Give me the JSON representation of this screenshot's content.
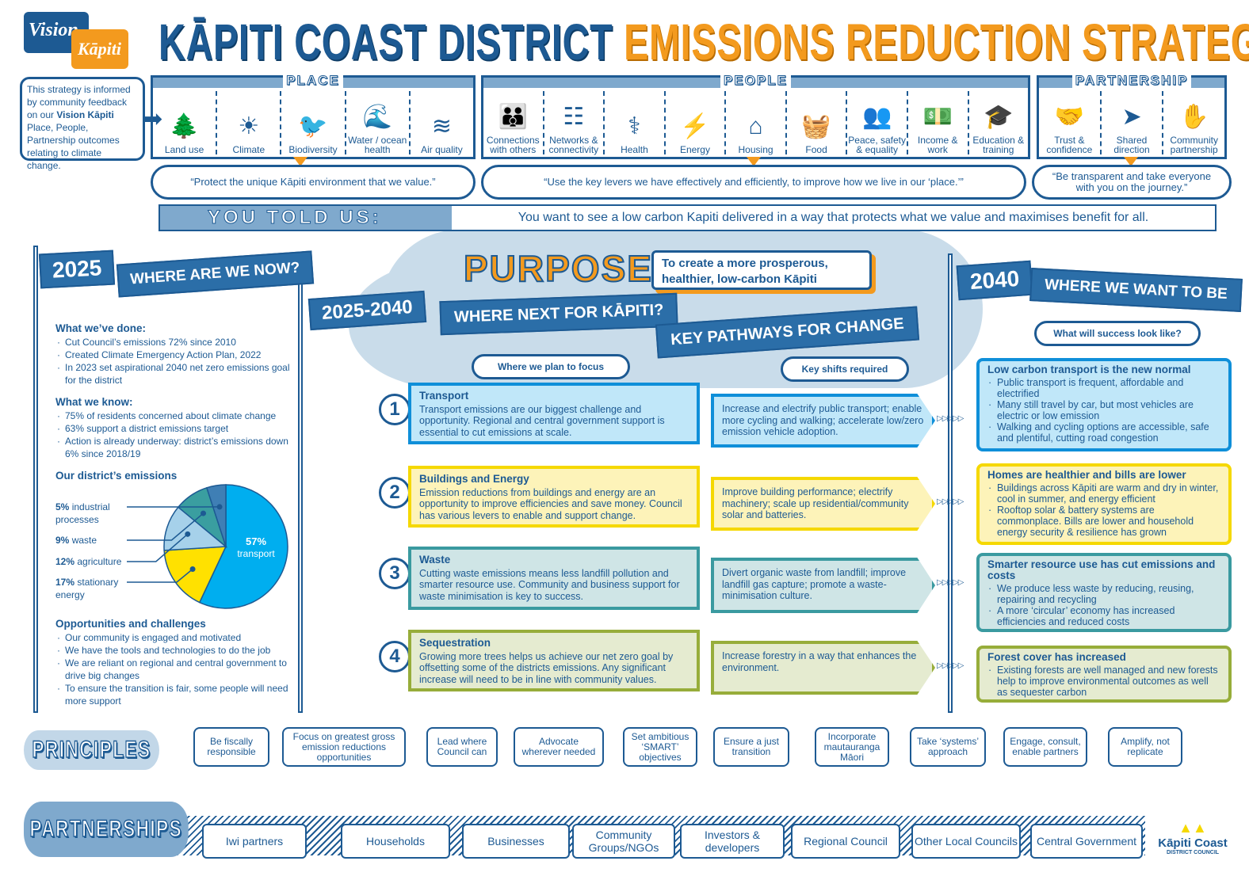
{
  "logo": {
    "line1": "Vision",
    "line2": "Kāpiti"
  },
  "title": {
    "part1": "KĀPITI COAST DISTRICT",
    "part2": "EMISSIONS REDUCTION STRATEGY"
  },
  "intro": {
    "before": "This strategy is informed by community feedback on our ",
    "bold": "Vision Kāpiti",
    "after": " Place, People, Partnership outcomes relating to climate change."
  },
  "place": {
    "heading": "PLACE",
    "items": [
      {
        "label": "Land use",
        "icon": "🌲"
      },
      {
        "label": "Climate",
        "icon": "☀"
      },
      {
        "label": "Biodiversity",
        "icon": "🐦"
      },
      {
        "label": "Water / ocean health",
        "icon": "🌊"
      },
      {
        "label": "Air quality",
        "icon": "≋"
      }
    ],
    "quote": "“Protect the unique Kāpiti environment that we value.”"
  },
  "people": {
    "heading": "PEOPLE",
    "items": [
      {
        "label": "Connections with others",
        "icon": "👪"
      },
      {
        "label": "Networks & connectivity",
        "icon": "☷"
      },
      {
        "label": "Health",
        "icon": "⚕"
      },
      {
        "label": "Energy",
        "icon": "⚡"
      },
      {
        "label": "Housing",
        "icon": "⌂"
      },
      {
        "label": "Food",
        "icon": "🧺"
      },
      {
        "label": "Peace, safety & equality",
        "icon": "👥"
      },
      {
        "label": "Income & work",
        "icon": "💵"
      },
      {
        "label": "Education & training",
        "icon": "🎓"
      }
    ],
    "quote": "“Use the key levers we have effectively and efficiently, to improve how we live in our ‘place.’”"
  },
  "partnership": {
    "heading": "PARTNERSHIP",
    "items": [
      {
        "label": "Trust & confidence",
        "icon": "🤝"
      },
      {
        "label": "Shared direction",
        "icon": "➤"
      },
      {
        "label": "Community partnership",
        "icon": "✋"
      }
    ],
    "quote": "“Be transparent and take everyone with you on the journey.”"
  },
  "told": {
    "label": "YOU TOLD US:",
    "text": "You want to see a low carbon Kapiti delivered in a way that protects what we value and maximises benefit for all."
  },
  "now": {
    "year": "2025",
    "banner": "WHERE ARE WE NOW?",
    "done": {
      "heading": "What we’ve done:",
      "items": [
        "Cut Council’s emissions 72% since 2010",
        "Created Climate Emergency Action Plan, 2022",
        "In 2023 set aspirational 2040 net zero emissions goal for the district"
      ]
    },
    "know": {
      "heading": "What we know:",
      "items": [
        "75% of residents concerned about climate change",
        "63% support a district emissions target",
        "Action is already underway: district’s emissions down 6% since 2018/19"
      ]
    },
    "emissions_heading": "Our district’s emissions",
    "opps": {
      "heading": "Opportunities and challenges",
      "items": [
        "Our community is engaged and motivated",
        "We have the tools and technologies to do the job",
        "We are reliant on regional and central government to drive big changes",
        "To ensure the transition is fair, some people will need more support"
      ]
    }
  },
  "chart_data": {
    "type": "pie",
    "title": "Our district’s emissions",
    "slices": [
      {
        "label": "transport",
        "value": 57,
        "pct": "57%",
        "color": "#00aeef"
      },
      {
        "label": "stationary energy",
        "value": 17,
        "pct": "17%",
        "color": "#ffe100"
      },
      {
        "label": "agriculture",
        "value": 12,
        "pct": "12%",
        "color": "#a6d1ea"
      },
      {
        "label": "waste",
        "value": 9,
        "pct": "9%",
        "color": "#3a9ea0"
      },
      {
        "label": "industrial processes",
        "value": 5,
        "pct": "5%",
        "color": "#3f7fb5"
      }
    ]
  },
  "purpose": {
    "label": "PURPOSE:",
    "text": "To create a more prosperous, healthier, low-carbon Kāpiti"
  },
  "next": {
    "years": "2025-2040",
    "banner": "WHERE NEXT FOR KĀPITI?",
    "pathways": "KEY PATHWAYS FOR CHANGE",
    "focus_label": "Where we plan to focus",
    "shifts_label": "Key shifts required"
  },
  "pathways": [
    {
      "num": "1",
      "title": "Transport",
      "focus": "Transport emissions are our biggest challenge and opportunity. Regional and central government support is essential to cut emissions at scale.",
      "shift": "Increase and electrify public transport; enable more cycling and walking; accelerate low/zero emission vehicle adoption."
    },
    {
      "num": "2",
      "title": "Buildings and Energy",
      "focus": "Emission reductions from buildings and energy are an opportunity to improve efficiencies and save money. Council has various levers to enable and support change.",
      "shift": "Improve building performance; electrify machinery; scale up residential/community solar and batteries."
    },
    {
      "num": "3",
      "title": "Waste",
      "focus": "Cutting waste emissions means less landfill pollution and smarter resource use. Community and business support for waste minimisation is key to success.",
      "shift": "Divert organic waste from landfill; improve landfill gas capture; promote a waste-minimisation culture."
    },
    {
      "num": "4",
      "title": "Sequestration",
      "focus": "Growing more trees helps us achieve our net zero goal by offsetting some of the districts emissions. Any significant increase will need to be in line with community values.",
      "shift": "Increase forestry in a way that enhances the environment."
    }
  ],
  "future": {
    "year": "2040",
    "banner": "WHERE WE WANT TO BE",
    "question": "What will success look like?",
    "outcomes": [
      {
        "title": "Low carbon transport is the new normal",
        "items": [
          "Public transport is frequent, affordable and electrified",
          "Many still travel by car, but most vehicles are electric or low emission",
          "Walking and cycling options are accessible, safe and plentiful, cutting road congestion"
        ]
      },
      {
        "title": "Homes are healthier and bills are lower",
        "items": [
          "Buildings across Kāpiti are warm and dry in winter, cool in summer, and energy efficient",
          "Rooftop solar & battery systems are commonplace. Bills are lower and household energy security & resilience has grown"
        ]
      },
      {
        "title": "Smarter resource use has cut emissions and costs",
        "items": [
          "We produce less waste by reducing, reusing, repairing and recycling",
          "A more ‘circular’ economy has increased efficiencies and reduced costs"
        ]
      },
      {
        "title": "Forest cover has increased",
        "items": [
          "Existing forests are well managed and new forests help to improve environmental outcomes as well as sequester carbon"
        ]
      }
    ]
  },
  "principles": {
    "label": "PRINCIPLES",
    "items": [
      "Be fiscally responsible",
      "Focus on greatest gross emission reductions opportunities",
      "Lead where Council can",
      "Advocate wherever needed",
      "Set ambitious ‘SMART’ objectives",
      "Ensure a just transition",
      "Incorporate mautauranga Māori",
      "Take ‘systems’ approach",
      "Engage, consult, enable partners",
      "Amplify, not replicate"
    ]
  },
  "partnerships": {
    "label": "PARTNERSHIPS",
    "items": [
      "Iwi partners",
      "Households",
      "Businesses",
      "Community Groups/NGOs",
      "Investors & developers",
      "Regional Council",
      "Other Local Councils",
      "Central Government"
    ]
  },
  "council_logo": {
    "name": "Kāpiti Coast",
    "sub": "DISTRICT COUNCIL"
  },
  "colors": {
    "navy": "#1d5a93",
    "orange": "#f39a1e",
    "transport": "#c0e7f9",
    "buildings": "#fdf3b9",
    "waste": "#cfe5e6",
    "sequestration": "#e5ebd0"
  }
}
